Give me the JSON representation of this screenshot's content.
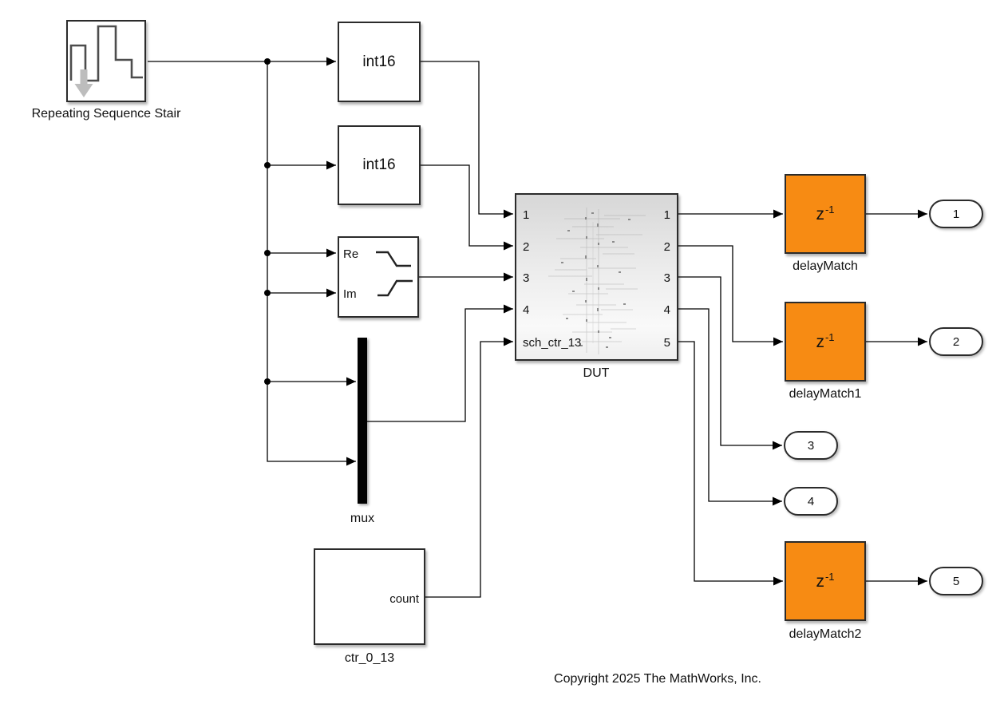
{
  "diagram": {
    "source_block": {
      "label": "Repeating Sequence Stair",
      "icon": "stair-waveform-icon"
    },
    "convert_blocks": [
      {
        "label": "int16"
      },
      {
        "label": "int16"
      }
    ],
    "complex_block": {
      "re_port": "Re",
      "im_port": "Im",
      "icon": "real-imag-merge-icon"
    },
    "mux_block": {
      "label": "mux"
    },
    "counter_block": {
      "label": "ctr_0_13",
      "count_port": "count"
    },
    "dut_block": {
      "label": "DUT",
      "input_ports": [
        "1",
        "2",
        "3",
        "4",
        "sch_ctr_13"
      ],
      "output_ports": [
        "1",
        "2",
        "3",
        "4",
        "5"
      ]
    },
    "delay_blocks": [
      {
        "label": "delayMatch"
      },
      {
        "label": "delayMatch1"
      },
      {
        "label": "delayMatch2"
      }
    ],
    "delay_symbol": {
      "base": "z",
      "exponent": "-1"
    },
    "outports": [
      "1",
      "2",
      "3",
      "4",
      "5"
    ],
    "copyright": "Copyright 2025 The MathWorks, Inc.",
    "colors": {
      "delay_fill": "#F78B13",
      "block_border": "#2b2b2b",
      "wire": "#000000",
      "dut_gradient_top": "#d7d7d7",
      "dut_gradient_bottom": "#f9f9f9"
    }
  }
}
